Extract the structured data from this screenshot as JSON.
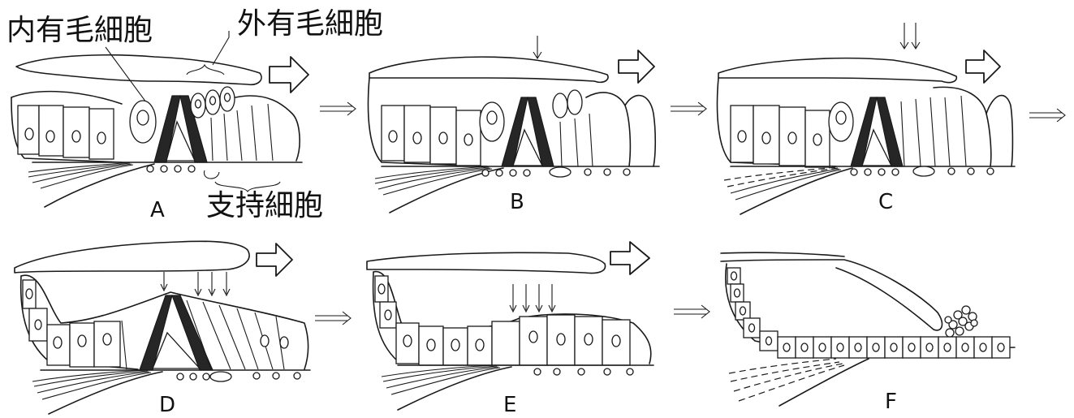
{
  "labels": {
    "inner_hair_cell": "内有毛細胞",
    "outer_hair_cell": "外有毛細胞",
    "supporting_cell": "支持細胞"
  },
  "panels": [
    "A",
    "B",
    "C",
    "D",
    "E",
    "F"
  ]
}
